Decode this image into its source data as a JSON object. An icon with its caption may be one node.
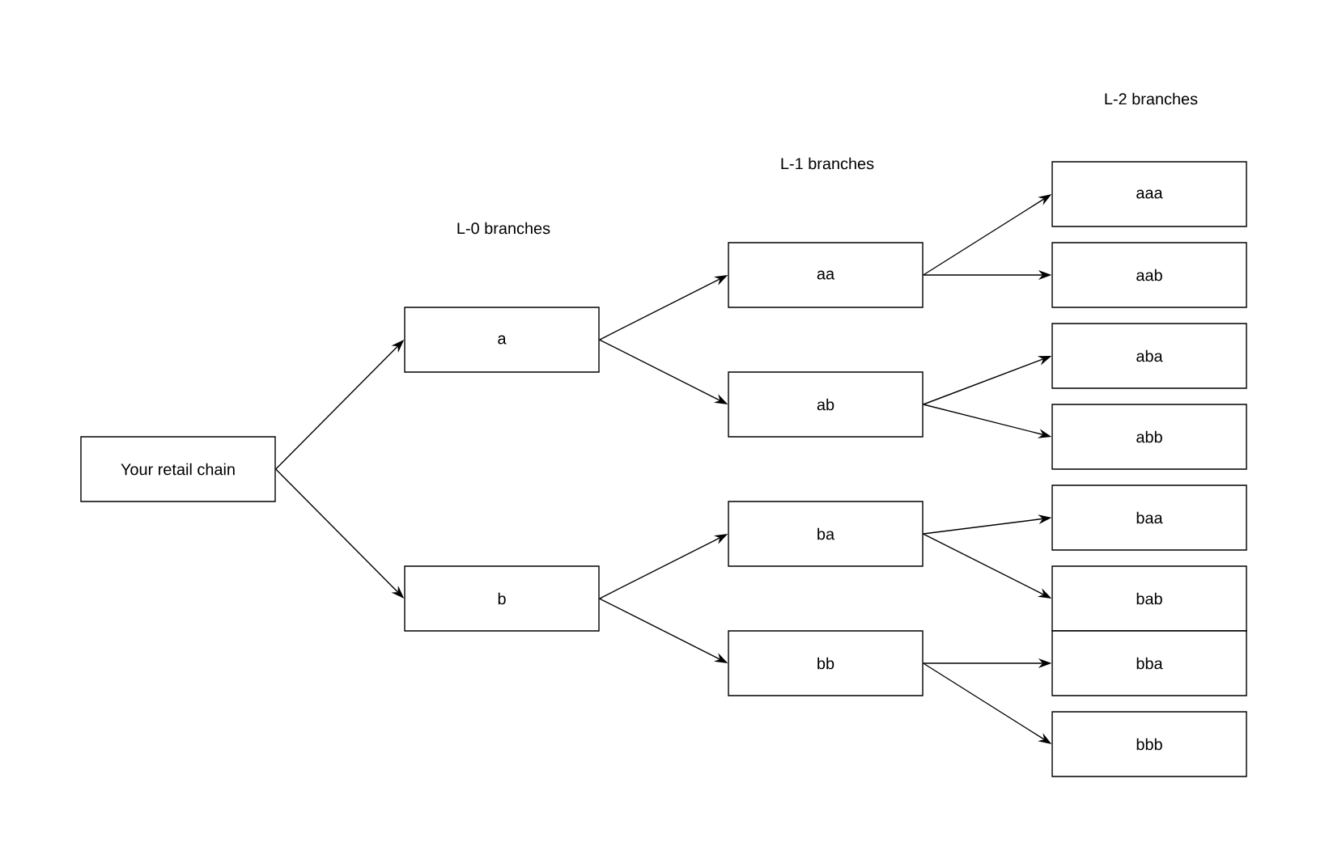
{
  "diagram": {
    "nodes": [
      {
        "text": [
          "Your retail chain"
        ]
      },
      {
        "text": [
          "a"
        ]
      },
      {
        "text": [
          "b"
        ]
      },
      {
        "text": [
          "aa"
        ]
      },
      {
        "text": [
          "ab"
        ]
      },
      {
        "text": [
          "ba"
        ]
      },
      {
        "text": [
          "bb"
        ]
      },
      {
        "text": [
          "aaa"
        ]
      },
      {
        "text": [
          "aab"
        ]
      },
      {
        "text": [
          "aba"
        ]
      },
      {
        "text": [
          "abb"
        ]
      },
      {
        "text": [
          "baa"
        ]
      },
      {
        "text": [
          "bab"
        ]
      },
      {
        "text": [
          "bba"
        ]
      },
      {
        "text": [
          "bbb"
        ]
      }
    ],
    "edges": [
      {
        "from": 0,
        "to": 1,
        "arrow": "to"
      },
      {
        "from": 0,
        "to": 2,
        "arrow": "to"
      },
      {
        "from": 1,
        "to": 3,
        "arrow": "to"
      },
      {
        "from": 1,
        "to": 4,
        "arrow": "to"
      },
      {
        "from": 2,
        "to": 5,
        "arrow": "to"
      },
      {
        "from": 2,
        "to": 6,
        "arrow": "to"
      },
      {
        "from": 3,
        "to": 7,
        "arrow": "to"
      },
      {
        "from": 3,
        "to": 8,
        "arrow": "to"
      },
      {
        "from": 4,
        "to": 9,
        "arrow": "to"
      },
      {
        "from": 4,
        "to": 10,
        "arrow": "to"
      },
      {
        "from": 5,
        "to": 11,
        "arrow": "to"
      },
      {
        "from": 5,
        "to": 12,
        "arrow": "to"
      },
      {
        "from": 6,
        "to": 13,
        "arrow": "to"
      },
      {
        "from": 6,
        "to": 14,
        "arrow": "to"
      }
    ],
    "labels": [
      "L-2 branches",
      "L-1 branches",
      "L-0 branches"
    ]
  }
}
